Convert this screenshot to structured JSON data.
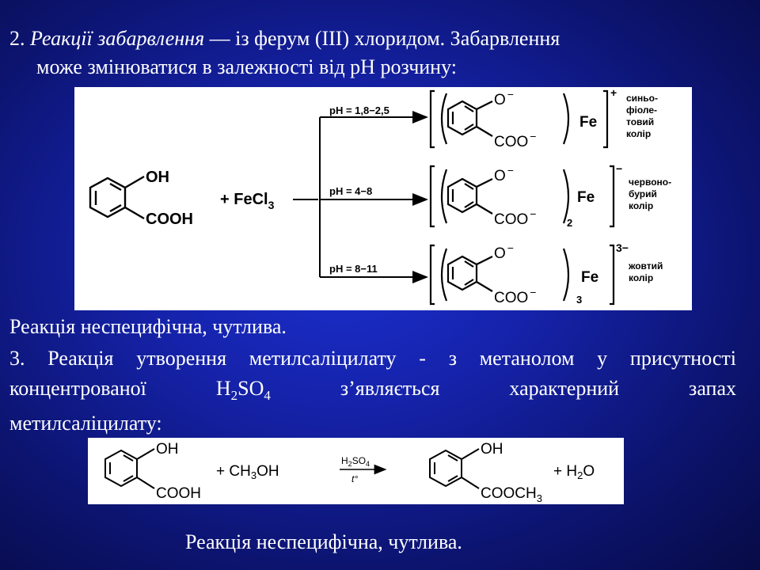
{
  "slide": {
    "item2_num": "2. ",
    "item2_title": "Реакції забарвлення",
    "item2_rest": " — із ферум (ІІІ) хлоридом. Забарвлення",
    "item2_line2": "може змінюватися в залежності від рН розчину:",
    "note1": "Реакція неспецифічна, чутлива.",
    "item3_line1": "3. Реакція утворення метилсаліцилату - з метанолом у присутності",
    "item3_line2_a": "концентрованої H",
    "item3_sub2": "2",
    "item3_line2_b": "SO",
    "item3_sub4": "4",
    "item3_line2_c": " з’являється характерний запах",
    "item3_line3": "метилсаліцилату:",
    "note2": "Реакція неспецифічна, чутлива."
  },
  "reaction1": {
    "reactant_oh": "OH",
    "reactant_cooh": "COOH",
    "plus_reagent": "+ FeCl",
    "reagent_sub": "3",
    "branches": [
      {
        "ph": "pH = 1,8−2,5",
        "o": "O",
        "coo": "COO",
        "fe": "Fe",
        "n": "",
        "charge": "+",
        "color_l1": "синьо-",
        "color_l2": "фіоле-",
        "color_l3": "товий",
        "color_l4": "колір"
      },
      {
        "ph": "pH = 4−8",
        "o": "O",
        "coo": "COO",
        "fe": "Fe",
        "n": "2",
        "charge": "−",
        "color_l1": "червоно-",
        "color_l2": "бурий",
        "color_l3": "колір",
        "color_l4": ""
      },
      {
        "ph": "pH = 8−11",
        "o": "O",
        "coo": "COO",
        "fe": "Fe",
        "n": "3",
        "charge": "3−",
        "color_l1": "жовтий",
        "color_l2": "колір",
        "color_l3": "",
        "color_l4": ""
      }
    ],
    "minus": "−"
  },
  "reaction2": {
    "oh": "OH",
    "cooh": "COOH",
    "plus_methanol": "+ CH",
    "methanol_sub": "3",
    "methanol_end": "OH",
    "catalyst_a": "H",
    "catalyst_sub2": "2",
    "catalyst_b": "SO",
    "catalyst_sub4": "4",
    "temp": "t°",
    "product_oh": "OH",
    "product_cooch": "COOCH",
    "product_sub": "3",
    "plus_water_a": "+ H",
    "water_sub": "2",
    "water_b": "O"
  }
}
